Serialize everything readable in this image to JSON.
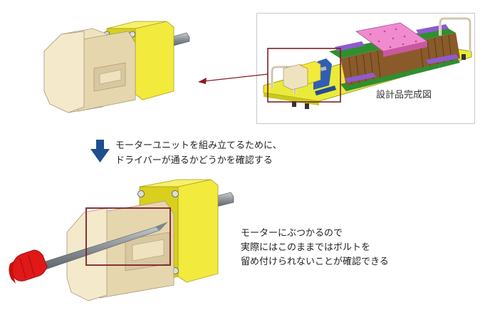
{
  "inset": {
    "label": "設計品完成図"
  },
  "step_caption": {
    "line1": "モーターユニットを組み立てるために、",
    "line2": "ドライバーが通るかどうかを確認する"
  },
  "result_caption": {
    "line1": "モーターにぶつかるので",
    "line2": "実際にはこのままではボルトを",
    "line3": "留め付けられないことが確認できる"
  },
  "colors": {
    "motor_body": "#efe2bf",
    "motor_shadow": "#d9c7a0",
    "gearbox": "#f2ea3c",
    "gearbox_shadow": "#d8cf1f",
    "highlight_frame": "#7b1f2a",
    "arrow_red": "#8f1b24",
    "down_arrow": "#1d4f8f",
    "driver_handle": "#e01818",
    "driver_shaft": "#8d9499",
    "inset_base": "#eaea3a",
    "inset_rail": "#2f8f2f",
    "inset_purple": "#8e5bd0",
    "inset_pink": "#f08bd0",
    "inset_blue": "#2f5fb4"
  }
}
